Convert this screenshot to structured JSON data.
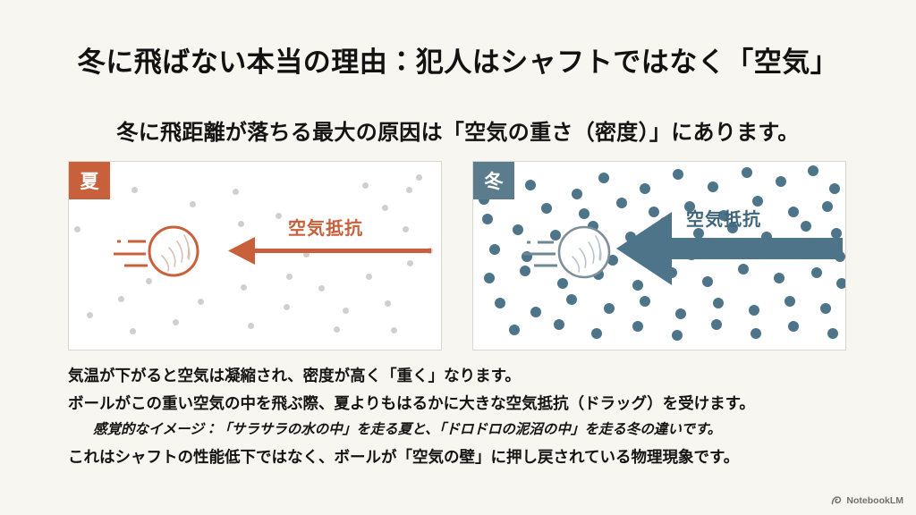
{
  "slide": {
    "title": "冬に飛ばない本当の理由：犯人はシャフトではなく「空気」",
    "subtitle": "冬に飛距離が落ちる最大の原因は「空気の重さ（密度）」にあります。",
    "background_color": "#f7f6f1"
  },
  "panels": {
    "summer": {
      "badge_label": "夏",
      "badge_color": "#c8603c",
      "drag_label": "空気抵抗",
      "accent_color": "#c8603c",
      "dot_color": "#cfcfcf",
      "dot_density": "sparse",
      "ball_outline_color": "#c8603c",
      "arrow_style": "thin"
    },
    "winter": {
      "badge_label": "冬",
      "badge_color": "#5b7c8d",
      "drag_label": "空気抵抗",
      "accent_color": "#3f667b",
      "dot_color": "#4d7489",
      "dot_density": "dense",
      "ball_outline_color": "#7d8f99",
      "arrow_style": "thick"
    }
  },
  "body": {
    "lines": [
      "気温が下がると空気は凝縮され、密度が高く「重く」なります。",
      "ボールがこの重い空気の中を飛ぶ際、夏よりもはるかに大きな空気抵抗（ドラッグ）を受けます。",
      "感覚的なイメージ：「サラサラの水の中」を走る夏と、「ドロドロの泥沼の中」を走る冬の違いです。",
      "これはシャフトの性能低下ではなく、ボールが「空気の壁」に押し戻されている物理現象です。"
    ]
  },
  "watermark": {
    "label": "NotebookLM",
    "icon": "notebooklm-logo-icon"
  }
}
